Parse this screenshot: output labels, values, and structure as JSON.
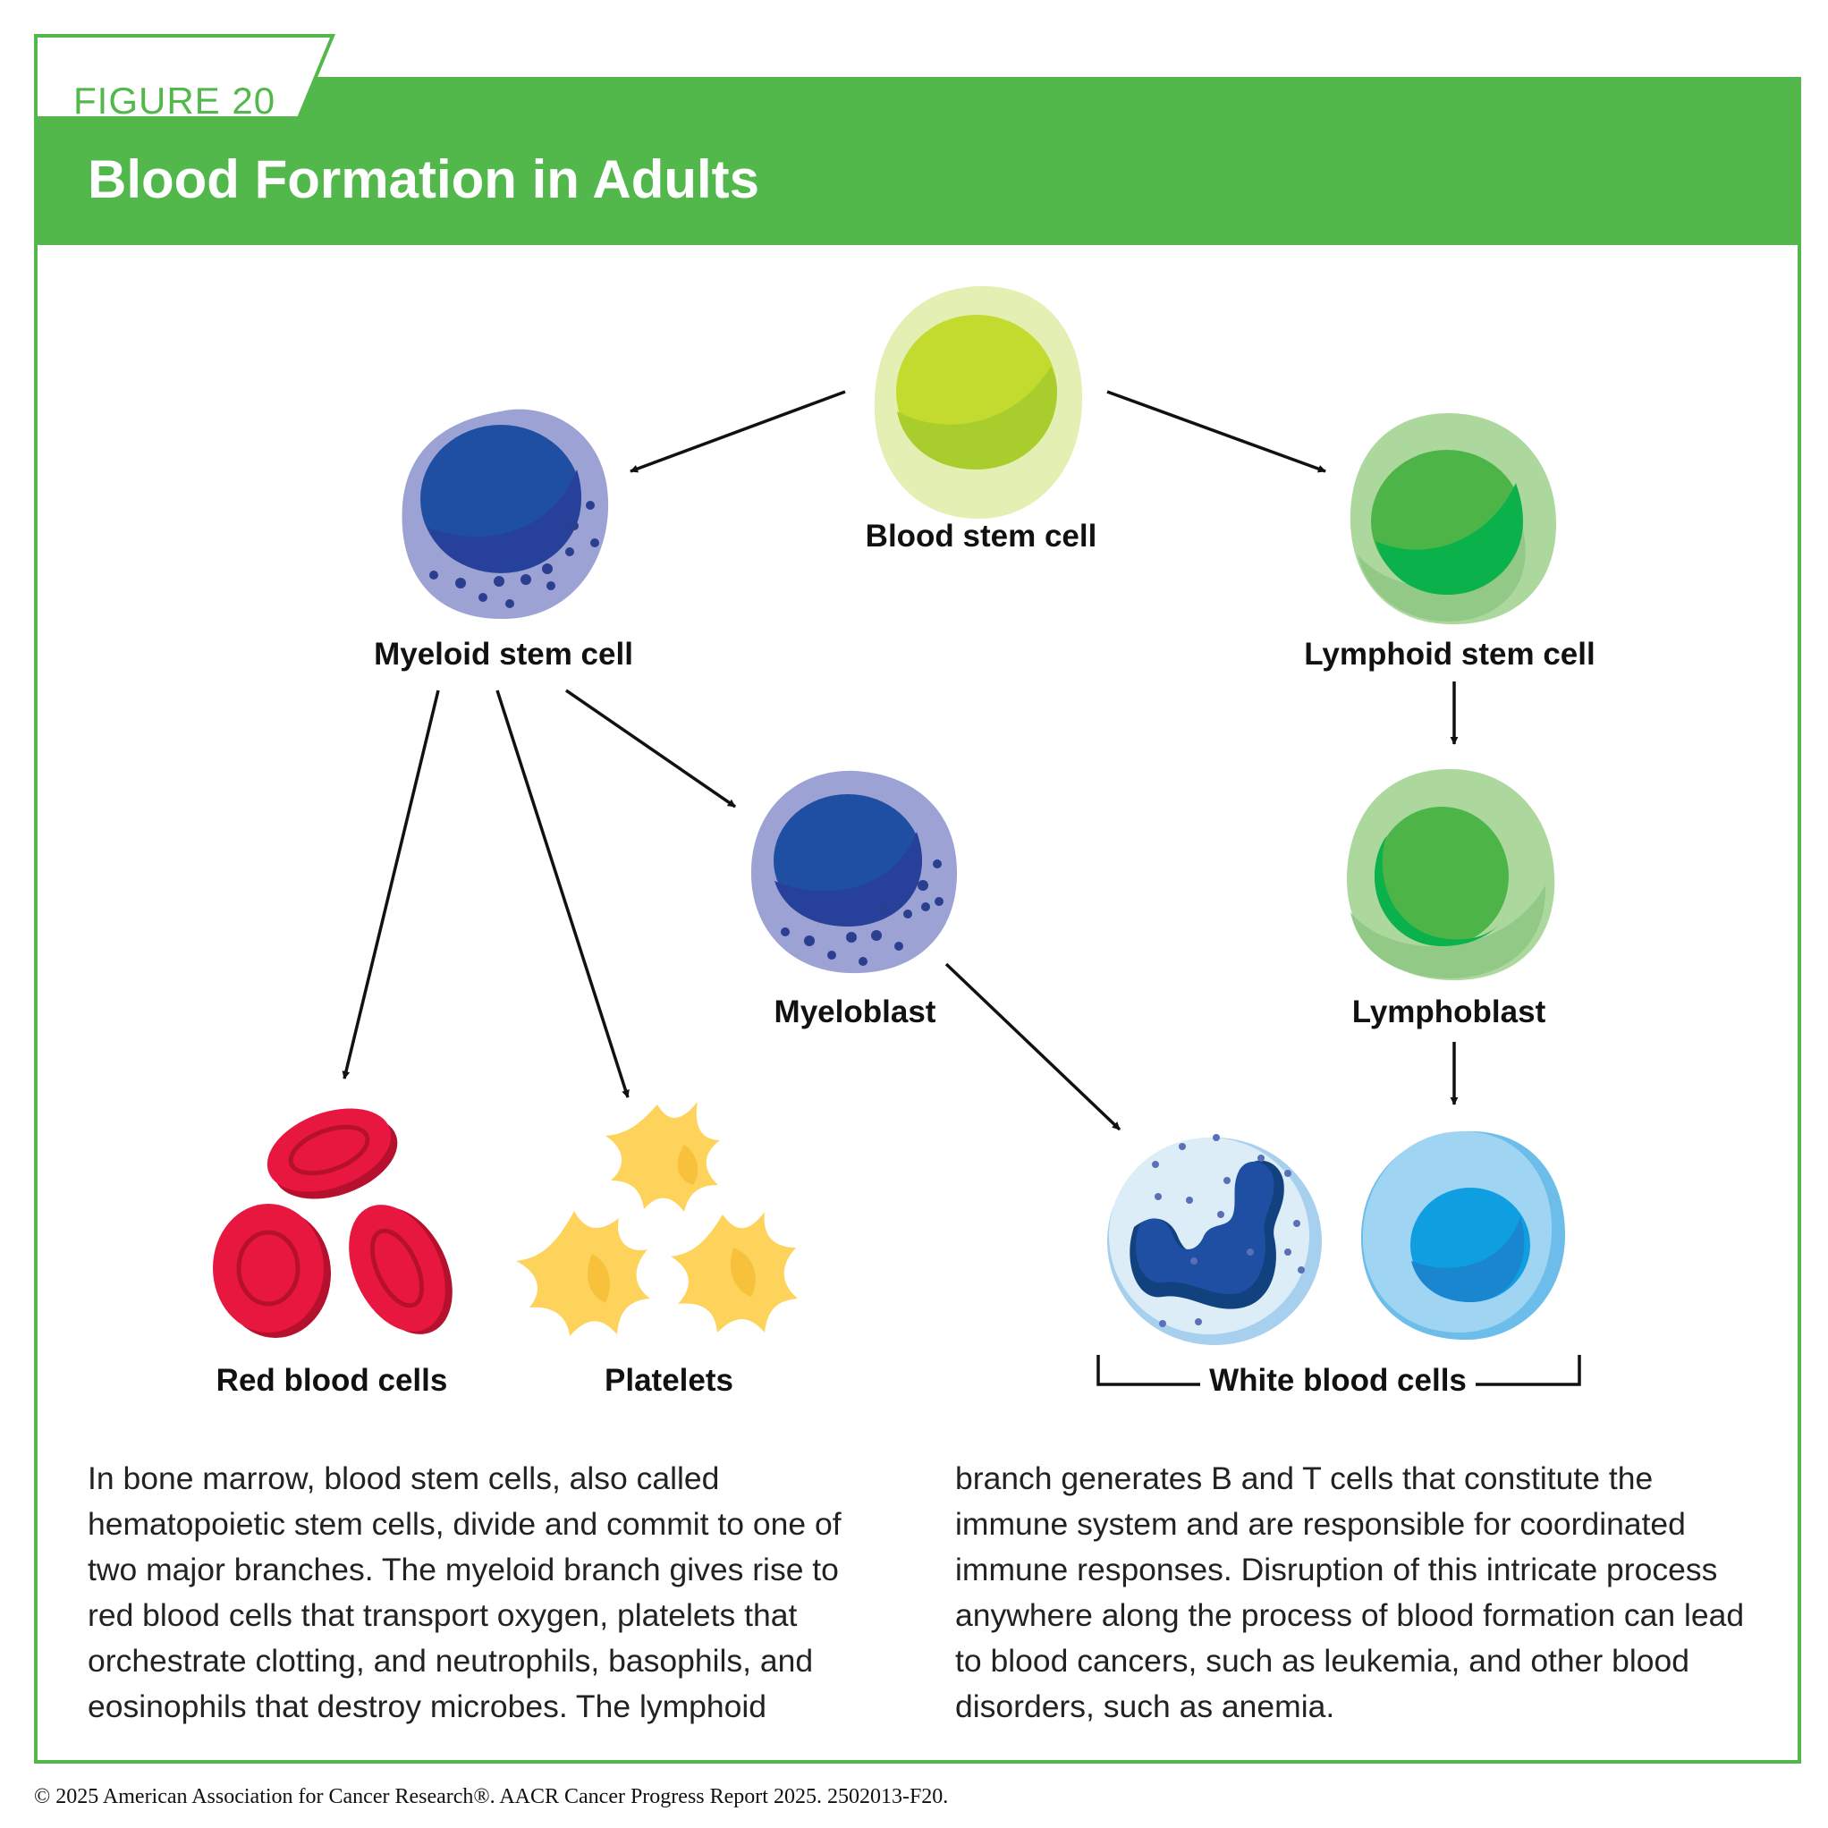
{
  "header": {
    "figure_label": "FIGURE 20",
    "title": "Blood Formation in Adults"
  },
  "nodes": {
    "blood_stem_cell": "Blood stem cell",
    "myeloid_stem_cell": "Myeloid stem cell",
    "lymphoid_stem_cell": "Lymphoid stem cell",
    "myeloblast": "Myeloblast",
    "lymphoblast": "Lymphoblast",
    "red_blood_cells": "Red blood cells",
    "platelets": "Platelets",
    "white_blood_cells": "White blood cells"
  },
  "description": {
    "left": "In bone marrow, blood stem cells, also called hematopoietic stem cells, divide and commit to one of two major branches. The myeloid branch gives rise to red blood cells that transport oxygen, platelets that orchestrate clotting, and neutrophils, basophils, and eosinophils that destroy microbes. The lymphoid",
    "right": "branch generates B and T cells that constitute the immune system and are responsible for coordinated immune responses. Disruption of this intricate process anywhere along the process of blood formation can lead to blood cancers, such as leukemia, and other blood disorders, such as anemia."
  },
  "footer": {
    "credit": "© 2025 American Association for Cancer Research®. AACR Cancer Progress Report 2025. 2502013-F20."
  },
  "colors": {
    "brand_green": "#52b84c",
    "stem_cell_green": "#c2d92e",
    "myeloid_purple": "#9da3d4",
    "lymphoid_green": "#acd79d",
    "red_cell": "#e8173f",
    "platelet_yellow": "#fdd35b",
    "white_cell_blue": "#9dd3f2"
  }
}
